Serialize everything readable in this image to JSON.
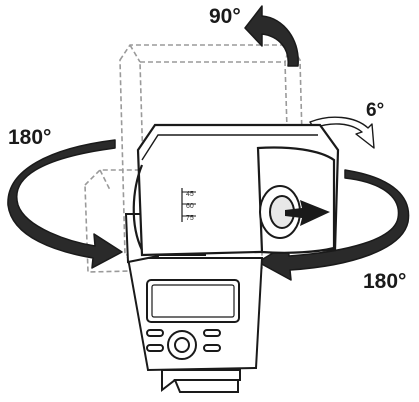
{
  "labels": {
    "tilt_up": "90°",
    "tilt_down": "6°",
    "rotate_left": "180°",
    "rotate_right": "180°"
  },
  "scale_marks": [
    "45",
    "60",
    "75"
  ],
  "colors": {
    "outline": "#1a1a1a",
    "arrow_fill": "#2a2a2a",
    "ghost_outline": "#9a9a9a",
    "body_fill": "#ffffff",
    "lens_fill": "#e8e8e8"
  }
}
